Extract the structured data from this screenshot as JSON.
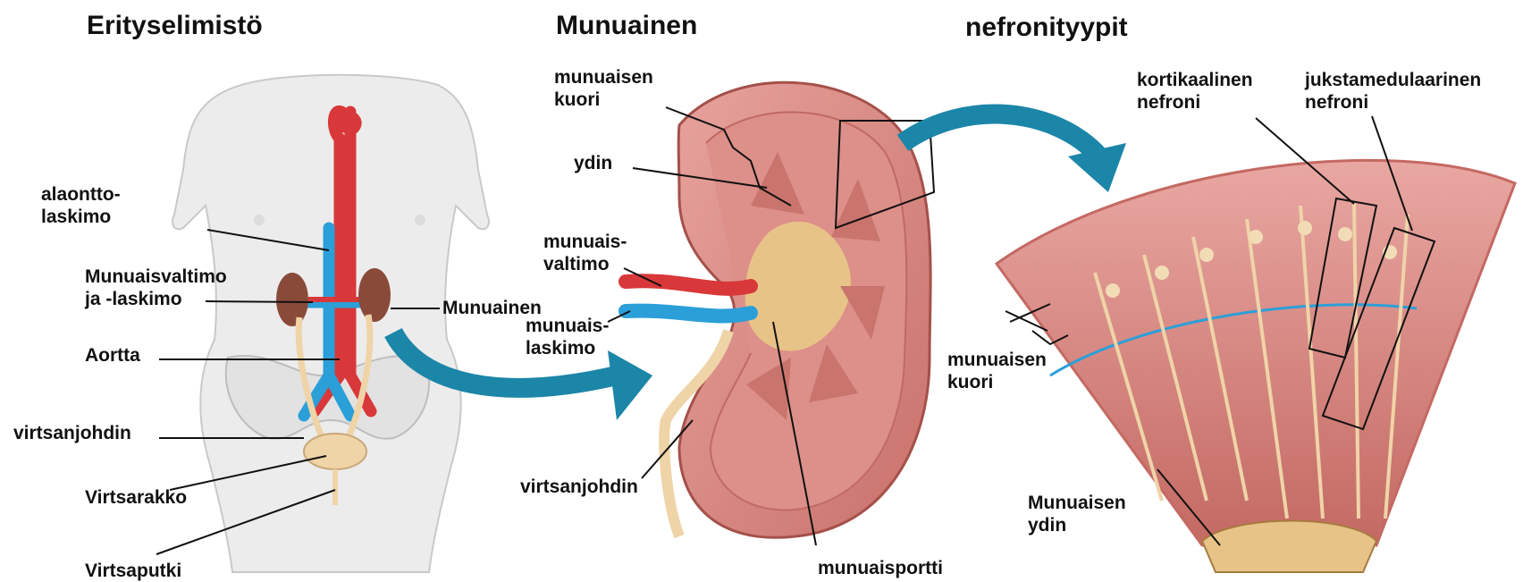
{
  "titles": {
    "system": "Erityselimistö",
    "kidney": "Munuainen",
    "nephron": "nefronityypit"
  },
  "labels": {
    "vena_cava": [
      "alaontto-",
      "laskimo"
    ],
    "renal_vessels": [
      "Munuaisvaltimo",
      "ja -laskimo"
    ],
    "kidney_left": "Munuainen",
    "aorta": "Aortta",
    "ureter_left": "virtsanjohdin",
    "bladder": "Virtsarakko",
    "urethra": "Virtsaputki",
    "cortex_mid": [
      "munuaisen",
      "kuori"
    ],
    "medulla_mid": "ydin",
    "renal_artery": [
      "munuais-",
      "valtimo"
    ],
    "renal_vein": [
      "munuais-",
      "laskimo"
    ],
    "ureter_mid": "virtsanjohdin",
    "hilum": "munuaisportti",
    "cortical_nephron": [
      "kortikaalinen",
      "nefroni"
    ],
    "juxta_nephron": [
      "jukstamedulaarinen",
      "nefroni"
    ],
    "cortex_right": [
      "munuaisen",
      "kuori"
    ],
    "medulla_right": [
      "Munuaisen",
      "ydin"
    ]
  },
  "colors": {
    "artery": "#d8383a",
    "vein": "#2b9fd8",
    "arrow": "#1b86a8",
    "kidney_tissue": "#d98a85",
    "ureter": "#efd4a8",
    "body": "#ececec"
  }
}
